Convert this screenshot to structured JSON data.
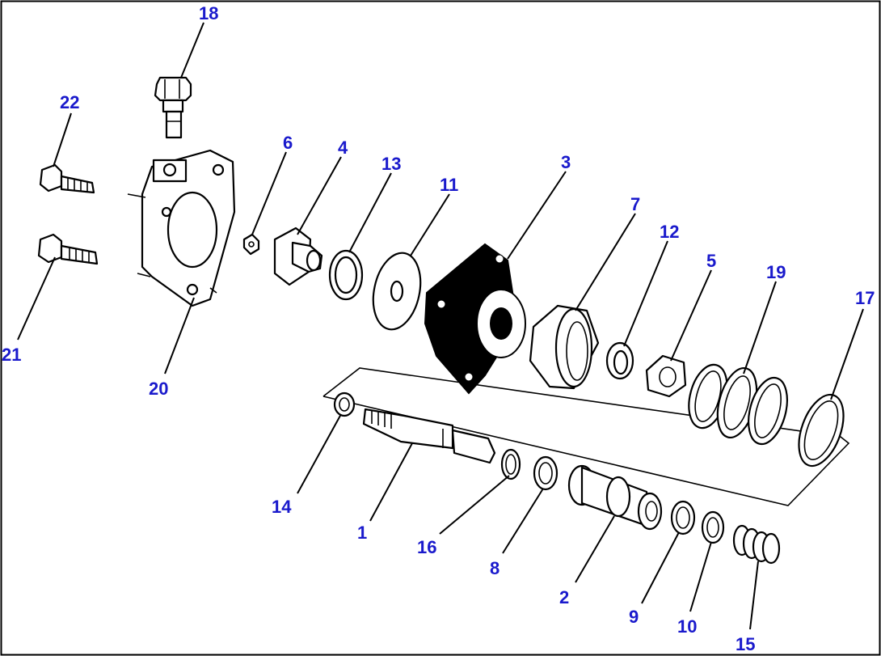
{
  "diagram": {
    "colors": {
      "callout": "#1a1acc",
      "line": "#000000",
      "background": "#ffffff"
    },
    "callouts": [
      {
        "id": "18",
        "label": "18"
      },
      {
        "id": "22",
        "label": "22"
      },
      {
        "id": "21",
        "label": "21"
      },
      {
        "id": "20",
        "label": "20"
      },
      {
        "id": "6",
        "label": "6"
      },
      {
        "id": "4",
        "label": "4"
      },
      {
        "id": "13",
        "label": "13"
      },
      {
        "id": "11",
        "label": "11"
      },
      {
        "id": "3",
        "label": "3"
      },
      {
        "id": "7",
        "label": "7"
      },
      {
        "id": "12",
        "label": "12"
      },
      {
        "id": "5",
        "label": "5"
      },
      {
        "id": "19",
        "label": "19"
      },
      {
        "id": "17",
        "label": "17"
      },
      {
        "id": "14",
        "label": "14"
      },
      {
        "id": "1",
        "label": "1"
      },
      {
        "id": "16",
        "label": "16"
      },
      {
        "id": "8",
        "label": "8"
      },
      {
        "id": "2",
        "label": "2"
      },
      {
        "id": "9",
        "label": "9"
      },
      {
        "id": "10",
        "label": "10"
      },
      {
        "id": "15",
        "label": "15"
      }
    ]
  }
}
